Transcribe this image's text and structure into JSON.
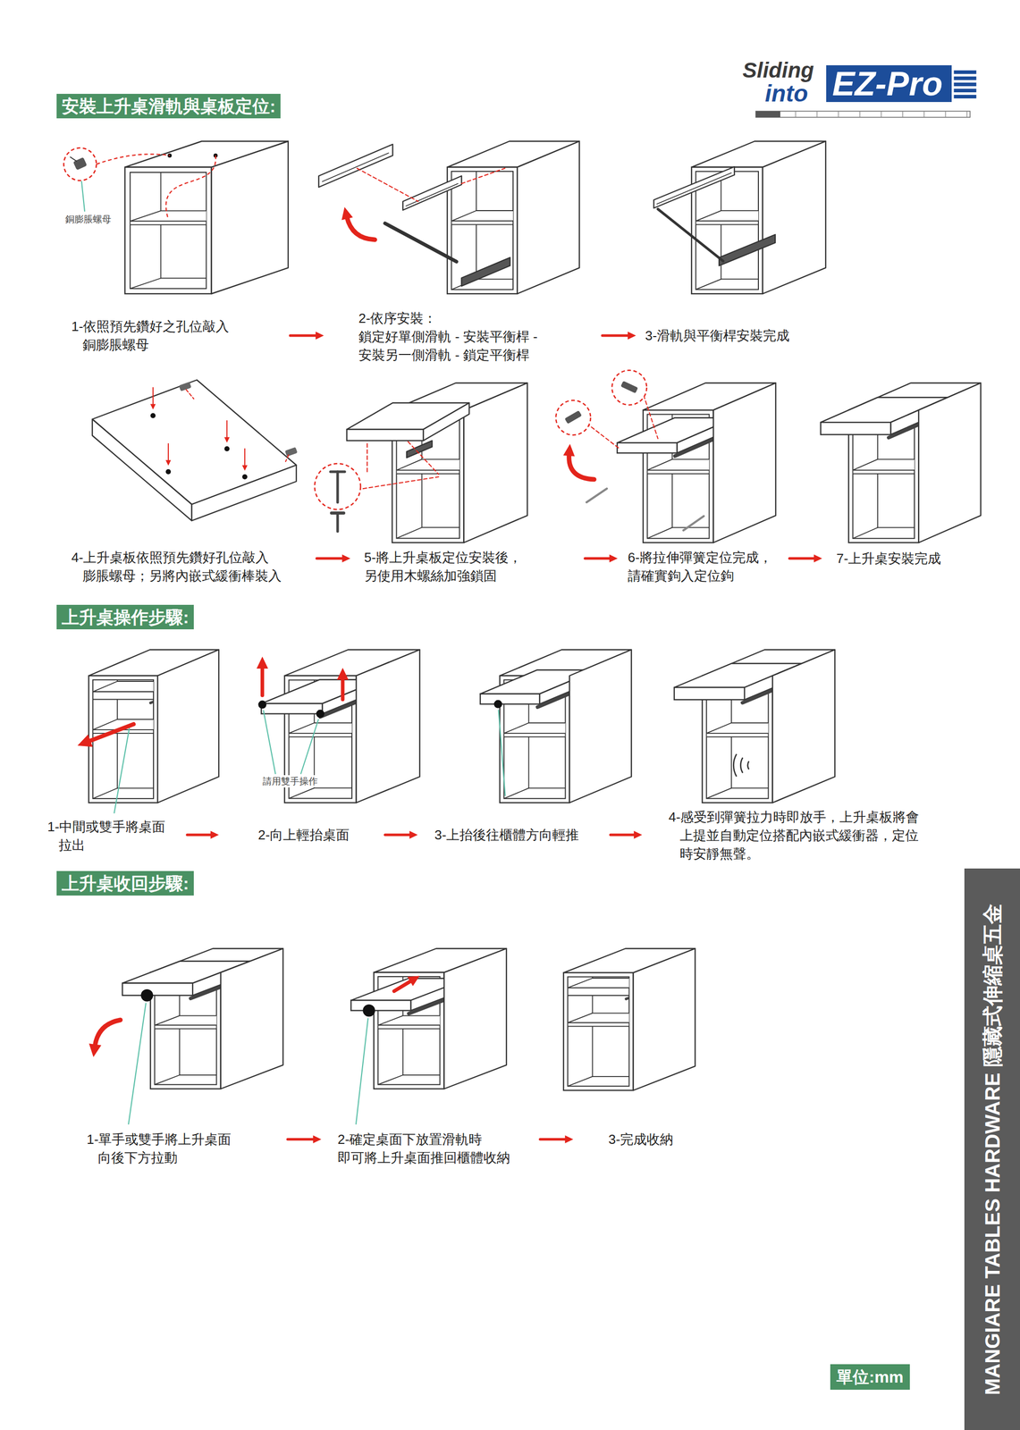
{
  "diagram": {
    "nodes": [
      {
        "text": [
          "EZ-Pro"
        ]
      },
      {
        "text": [
          "安裝上升桌滑軌與桌板定位:"
        ]
      },
      {
        "text": [
          "上升桌操作步驟:"
        ]
      },
      {
        "text": [
          "上升桌收回步驟:"
        ]
      },
      {
        "text": [
          "MANGIARE TABLES HARDWARE 隱藏式伸縮桌五金"
        ]
      },
      {
        "text": [
          "單位:mm"
        ]
      }
    ],
    "labels": [
      "Sliding",
      "into",
      "銅膨脹螺母",
      "1-依照預先鑽好之孔位敲入 銅膨脹螺母",
      "2-依序安裝： 鎖定好單側滑軌 - 安裝平衡桿 - 安裝另一側滑軌 - 鎖定平衡桿",
      "3-滑軌與平衡桿安裝完成",
      "4-上升桌板依照預先鑽好孔位敲入 膨脹螺母；另將內嵌式緩衝棒裝入",
      "5-將上升桌板定位安裝後， 另使用木螺絲加強鎖固",
      "6-將拉伸彈簧定位完成， 請確實鉤入定位鉤",
      "7-上升桌安裝完成",
      "請用雙手操作",
      "1-中間或雙手將桌面 拉出",
      "2-向上輕抬桌面",
      "3-上抬後往櫃體方向輕推",
      "4-感受到彈簧拉力時即放手，上升桌板將會 上提並自動定位搭配內嵌式緩衝器，定位 時安靜無聲。",
      "1-單手或雙手將上升桌面 向後下方拉動",
      "2-確定桌面下放置滑軌時 即可將上升桌面推回櫃體收納",
      "3-完成收納"
    ]
  }
}
